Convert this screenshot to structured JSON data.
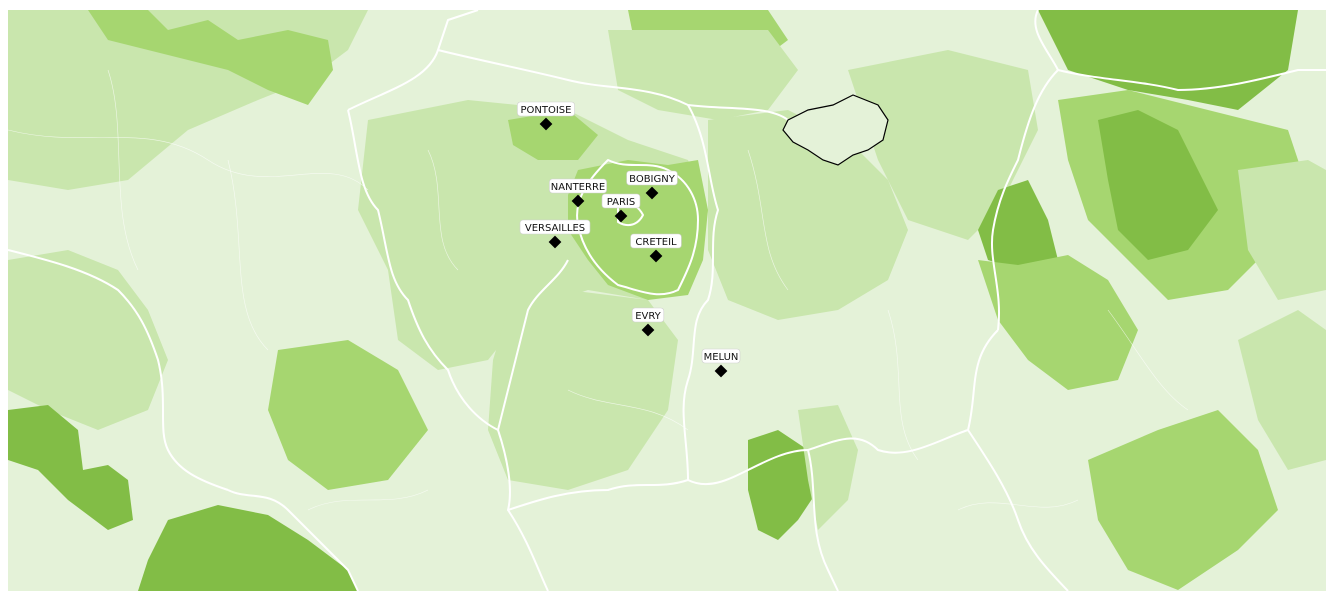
{
  "colors": {
    "lightest": "#e4f2d8",
    "light": "#c9e6ad",
    "medium": "#a6d670",
    "dark": "#82bd46",
    "boundary": "#ffffff",
    "highlight_outline": "#000000",
    "marker": "#000000"
  },
  "cities": [
    {
      "name": "PONTOISE"
    },
    {
      "name": "NANTERRE"
    },
    {
      "name": "BOBIGNY"
    },
    {
      "name": "PARIS"
    },
    {
      "name": "VERSAILLES"
    },
    {
      "name": "CRETEIL"
    },
    {
      "name": "EVRY"
    },
    {
      "name": "MELUN"
    }
  ]
}
